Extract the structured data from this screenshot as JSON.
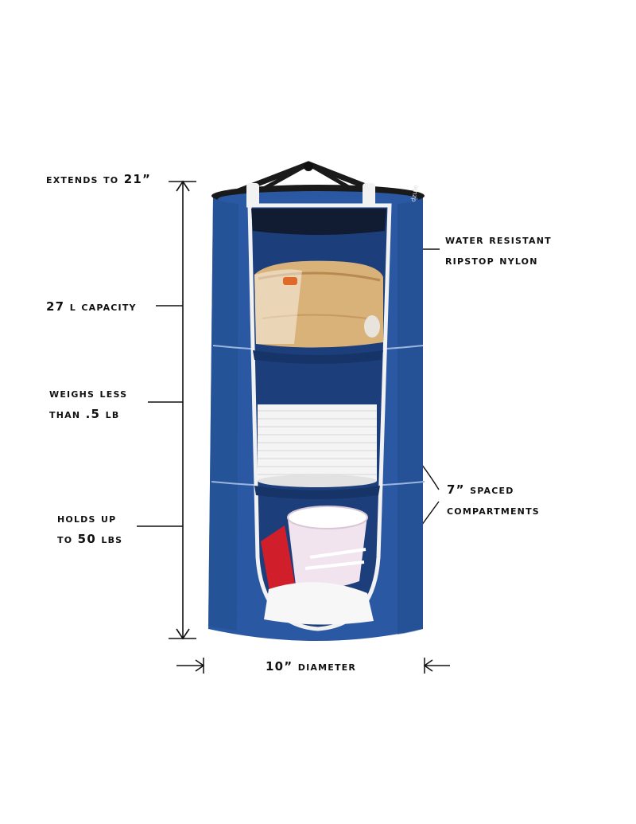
{
  "annotations": {
    "extends": "EXTENDS TO 21”",
    "capacity": "27 L CAPACITY",
    "weight_line1": "WEIGHS LESS",
    "weight_line2": "THAN .5 LB",
    "holds_line1": "HOLDS UP",
    "holds_line2": "TO 50 LBS",
    "material_line1": "WATER RESISTANT",
    "material_line2": "RIPSTOP NYLON",
    "compartments_line1": "7” SPACED",
    "compartments_line2": "COMPARTMENTS",
    "diameter": "10” DIAMETER"
  },
  "brand_mark": "dzule",
  "colors": {
    "bag_blue": "#2a58a3",
    "bag_dark": "#1c3f7c",
    "trim": "#f2f2f2",
    "strap": "#1a1a1a"
  }
}
